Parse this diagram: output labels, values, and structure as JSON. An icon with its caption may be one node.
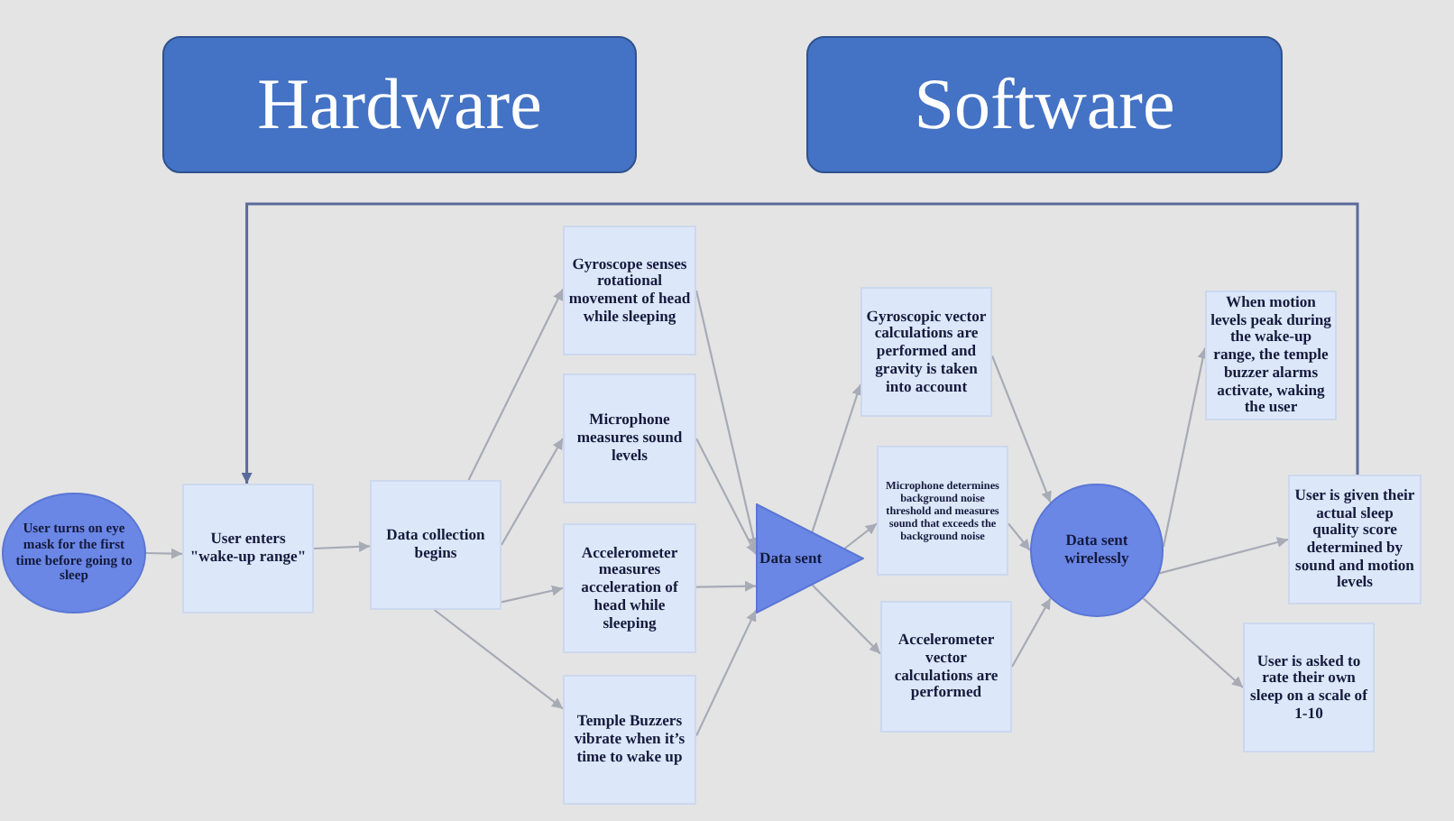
{
  "diagram": {
    "nodes": [
      {
        "text": [
          "Hardware"
        ]
      },
      {
        "text": [
          "Software"
        ]
      },
      {
        "text": [
          "User turns on eye mask for the first time before going to sleep"
        ]
      },
      {
        "text": [
          "User enters \"wake-up range\""
        ]
      },
      {
        "text": [
          "Data collection begins"
        ]
      },
      {
        "text": [
          "Gyroscope senses rotational movement of head while sleeping"
        ]
      },
      {
        "text": [
          "Microphone measures sound levels"
        ]
      },
      {
        "text": [
          "Accelerometer measures acceleration of head while sleeping"
        ]
      },
      {
        "text": [
          "Temple Buzzers vibrate when it’s time to wake up"
        ]
      },
      {
        "text": [
          "Data sent"
        ]
      },
      {
        "text": [
          "Gyroscopic vector calculations are performed and gravity is taken into account"
        ]
      },
      {
        "text": [
          "Microphone determines background noise threshold and measures sound that exceeds the background noise"
        ]
      },
      {
        "text": [
          "Accelerometer vector calculations are performed"
        ]
      },
      {
        "text": [
          "Data sent wirelessly"
        ]
      },
      {
        "text": [
          "When motion levels peak during the wake-up range, the temple buzzer alarms activate, waking the user"
        ]
      },
      {
        "text": [
          "User is given their actual sleep quality score determined by sound and motion levels"
        ]
      },
      {
        "text": [
          "User is asked to rate their own sleep on a scale of 1-10"
        ]
      }
    ],
    "edges": [
      {
        "from": 2,
        "to": 3,
        "arrow": "to"
      },
      {
        "from": 3,
        "to": 4,
        "arrow": "to"
      },
      {
        "from": 4,
        "to": 5,
        "arrow": "to"
      },
      {
        "from": 4,
        "to": 6,
        "arrow": "to"
      },
      {
        "from": 4,
        "to": 7,
        "arrow": "to"
      },
      {
        "from": 4,
        "to": 8,
        "arrow": "to"
      },
      {
        "from": 5,
        "to": 9,
        "arrow": "to"
      },
      {
        "from": 6,
        "to": 9,
        "arrow": "to"
      },
      {
        "from": 7,
        "to": 9,
        "arrow": "to"
      },
      {
        "from": 8,
        "to": 9,
        "arrow": "to"
      },
      {
        "from": 9,
        "to": 10,
        "arrow": "to"
      },
      {
        "from": 9,
        "to": 11,
        "arrow": "to"
      },
      {
        "from": 9,
        "to": 12,
        "arrow": "to"
      },
      {
        "from": 10,
        "to": 13,
        "arrow": "to"
      },
      {
        "from": 11,
        "to": 13,
        "arrow": "to"
      },
      {
        "from": 12,
        "to": 13,
        "arrow": "to"
      },
      {
        "from": 13,
        "to": 14,
        "arrow": "to"
      },
      {
        "from": 13,
        "to": 15,
        "arrow": "to"
      },
      {
        "from": 13,
        "to": 16,
        "arrow": "to"
      },
      {
        "from": 15,
        "to": 3,
        "arrow": "to",
        "color": "#5b6a9b"
      }
    ]
  }
}
